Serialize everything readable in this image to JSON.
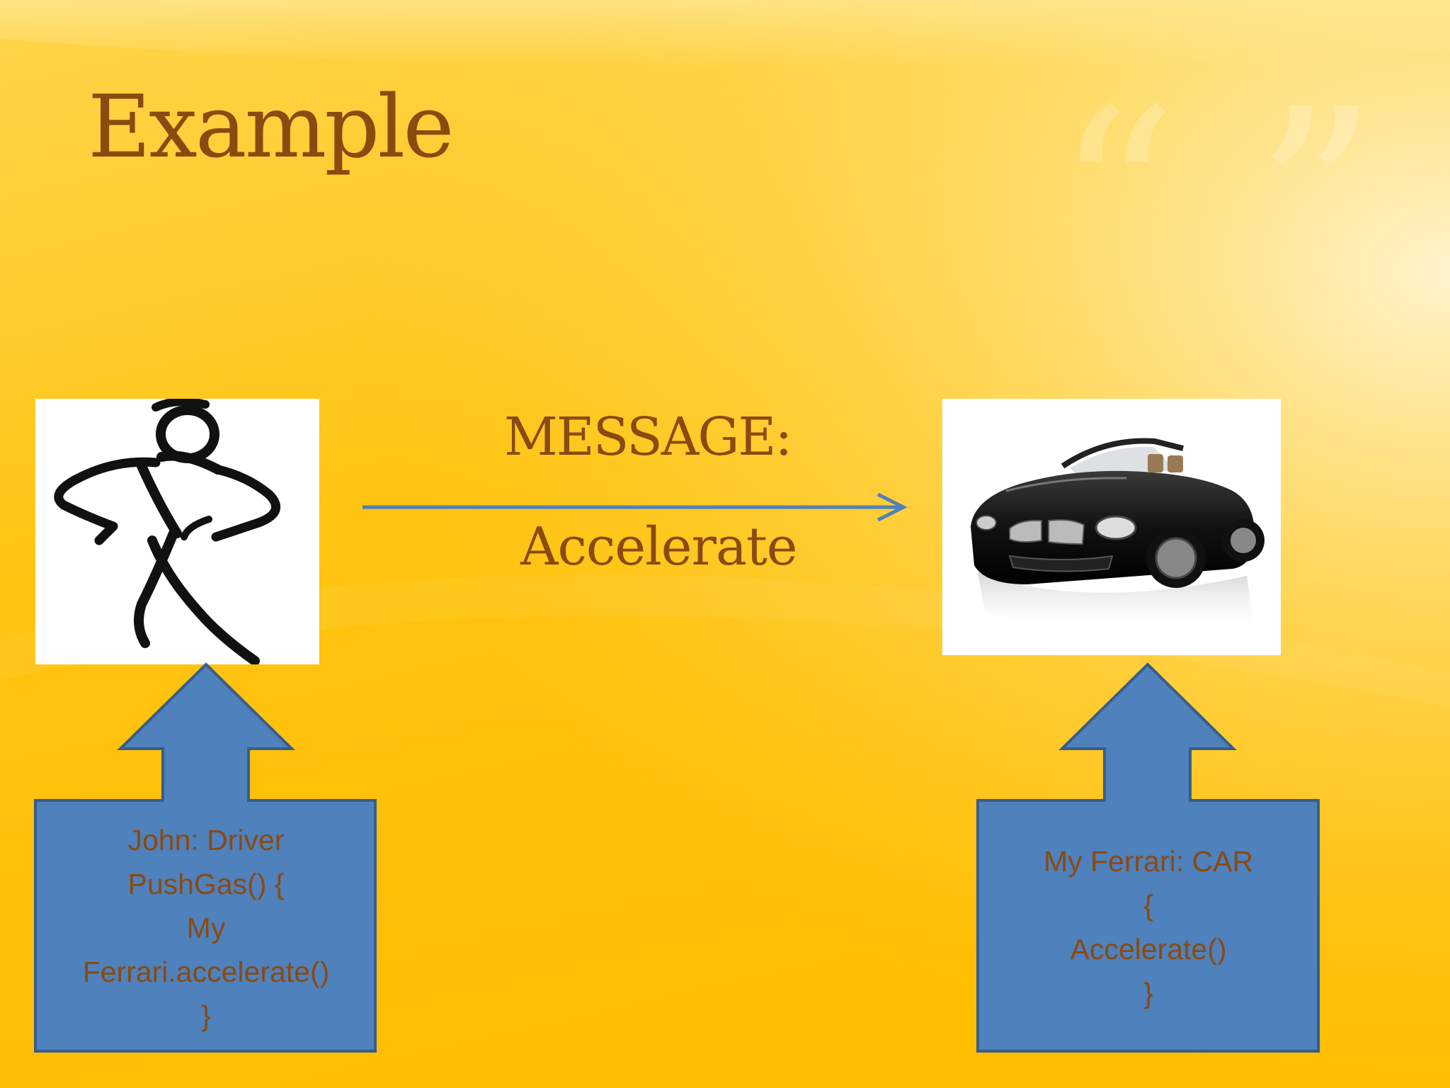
{
  "slide": {
    "title": "Example",
    "message_label": "MESSAGE:",
    "message_text": "Accelerate"
  },
  "driver_box": {
    "lines": [
      "John: Driver",
      "PushGas() {",
      "My",
      "Ferrari.accelerate()",
      "}"
    ]
  },
  "car_box": {
    "lines": [
      "My Ferrari: CAR",
      "{",
      "Accelerate()",
      "}"
    ]
  },
  "colors": {
    "background_top": "#ffd24a",
    "background_bottom": "#ffbe00",
    "title_text": "#8a4a10",
    "callout_fill": "#4f81bd",
    "callout_stroke": "#385d8a",
    "arrow": "#4f81bd"
  },
  "icons": {
    "driver": "stick-figure-icon",
    "car": "convertible-car-image",
    "decoration": "quotation-marks-icon"
  }
}
